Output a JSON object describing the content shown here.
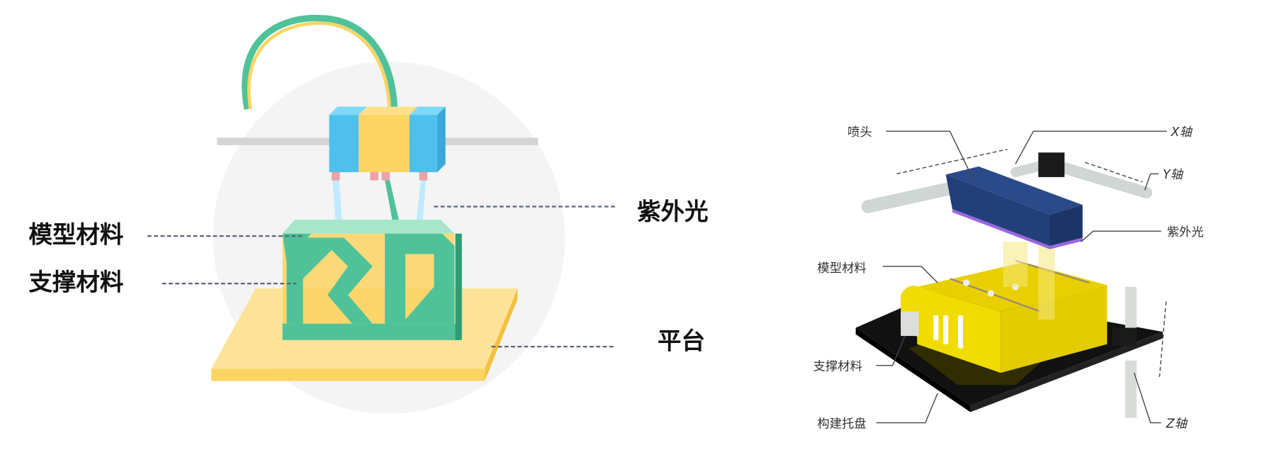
{
  "left_diagram": {
    "labels": {
      "model_material": "模型材料",
      "support_material": "支撑材料",
      "uv_light": "紫外光",
      "platform": "平台"
    },
    "colors": {
      "green": "#4fc29a",
      "yellow": "#fcd462",
      "blue": "#4fc0ec",
      "circle": "#f4f4f4"
    }
  },
  "right_diagram": {
    "labels": {
      "nozzle": "喷头",
      "x_axis": "X轴",
      "y_axis": "Y轴",
      "uv_light": "紫外光",
      "model_material": "模型材料",
      "support_material": "支撑材料",
      "build_tray": "构建托盘",
      "z_axis": "Z轴"
    },
    "colors": {
      "head": "#223f7a",
      "model": "#e3cc00",
      "tray": "#111111"
    }
  }
}
